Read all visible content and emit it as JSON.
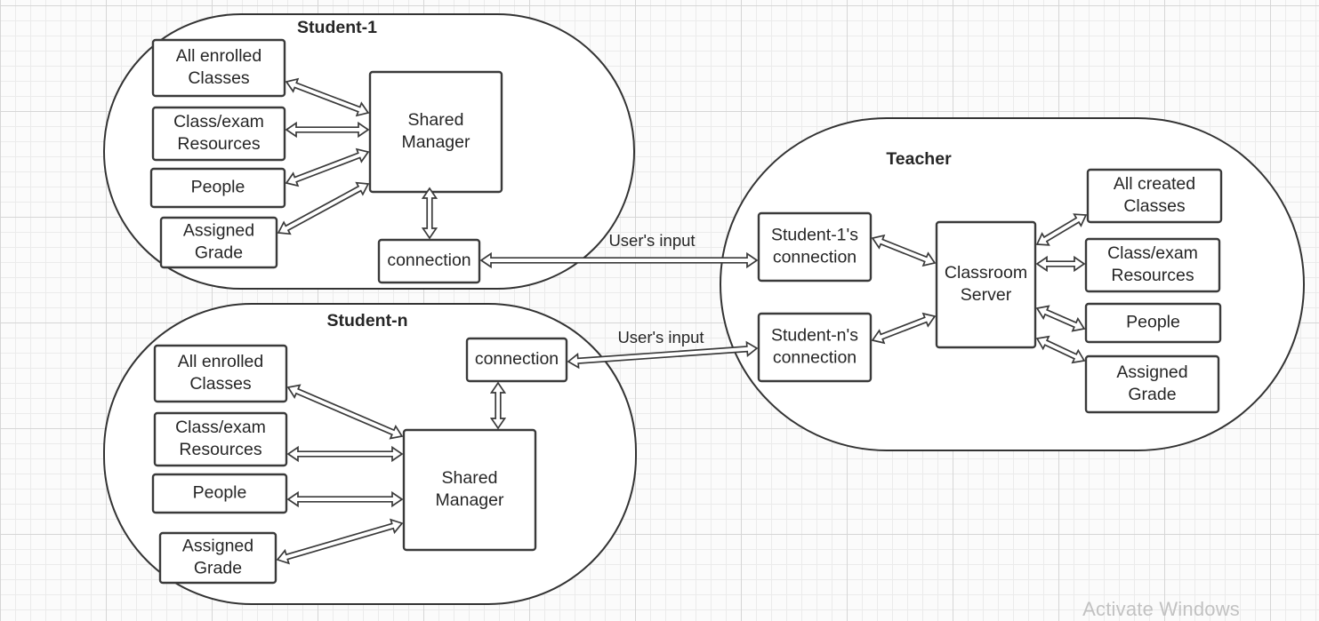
{
  "groups": {
    "student1": {
      "title": "Student-1",
      "boxes": {
        "classes": [
          "All enrolled",
          "Classes"
        ],
        "resources": [
          "Class/exam",
          "Resources"
        ],
        "people": [
          "People"
        ],
        "grade": [
          "Assigned",
          "Grade"
        ],
        "manager": [
          "Shared",
          "Manager"
        ],
        "connection": [
          "connection"
        ]
      }
    },
    "studentn": {
      "title": "Student-n",
      "boxes": {
        "classes": [
          "All enrolled",
          "Classes"
        ],
        "resources": [
          "Class/exam",
          "Resources"
        ],
        "people": [
          "People"
        ],
        "grade": [
          "Assigned",
          "Grade"
        ],
        "manager": [
          "Shared",
          "Manager"
        ],
        "connection": [
          "connection"
        ]
      }
    },
    "teacher": {
      "title": "Teacher",
      "boxes": {
        "s1conn": [
          "Student-1's",
          "connection"
        ],
        "snconn": [
          "Student-n's",
          "connection"
        ],
        "server": [
          "Classroom",
          "Server"
        ],
        "classes": [
          "All created",
          "Classes"
        ],
        "resources": [
          "Class/exam",
          "Resources"
        ],
        "people": [
          "People"
        ],
        "grade": [
          "Assigned",
          "Grade"
        ]
      }
    }
  },
  "edges": {
    "student1_link": "User's input",
    "studentn_link": "User's input"
  },
  "watermark": "Activate Windows",
  "colors": {
    "stroke": "#3a3a3a",
    "text": "#262626",
    "grid_major": "#d6d6d6",
    "grid_minor": "#ebebeb",
    "watermark": "#c2c2c2"
  }
}
